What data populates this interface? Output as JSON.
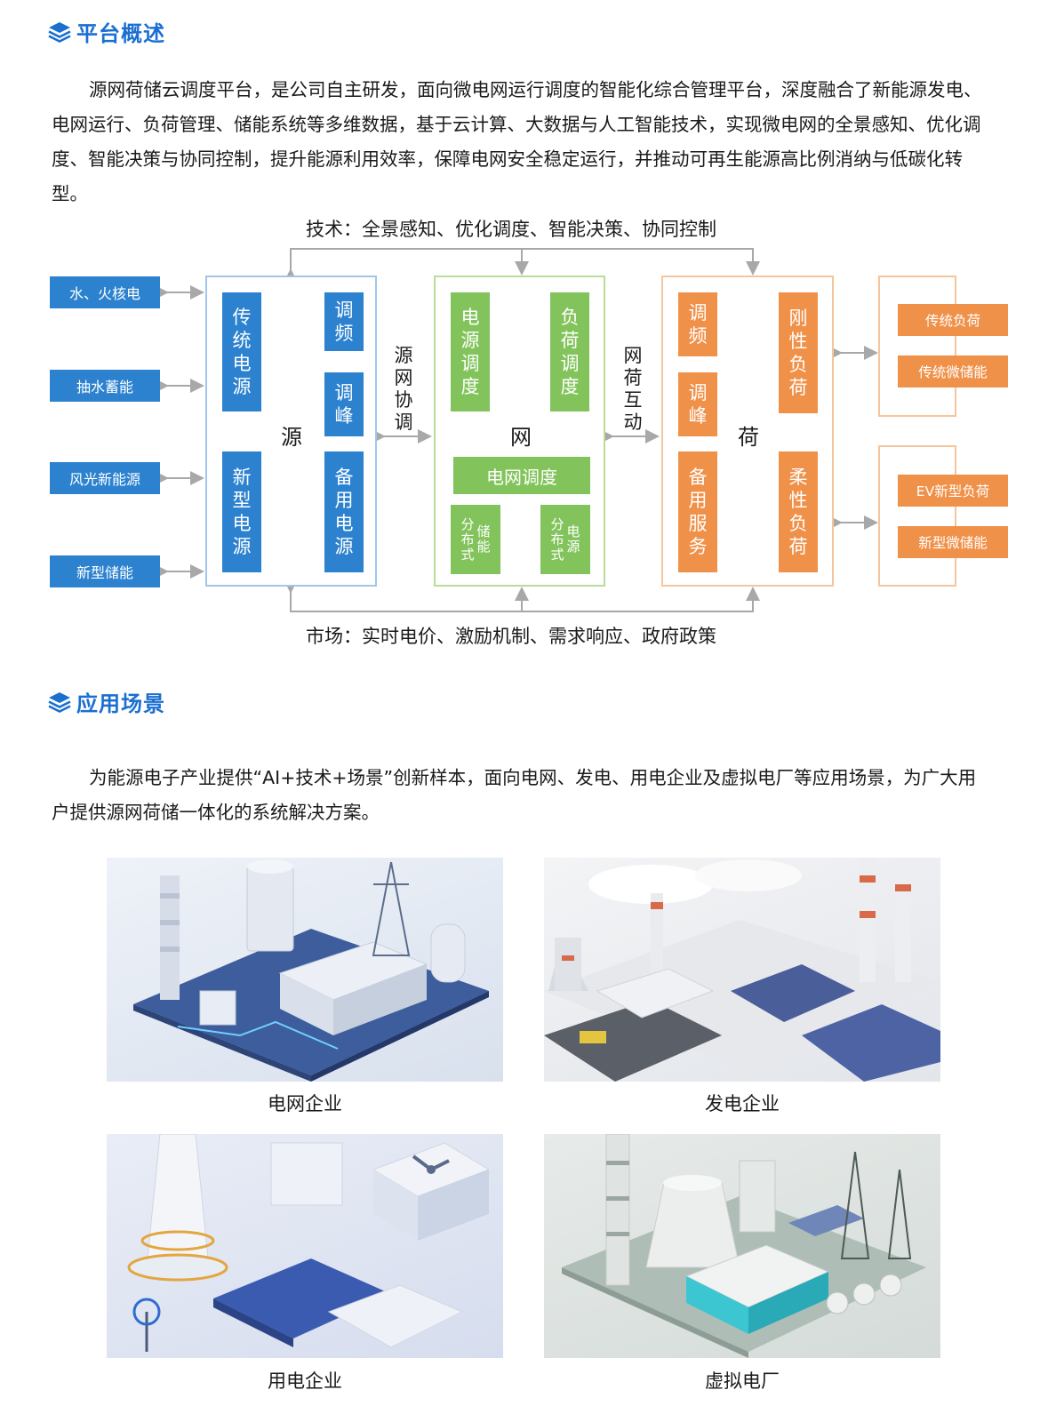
{
  "overview": {
    "title": "平台概述",
    "paragraph": "源网荷储云调度平台，是公司自主研发，面向微电网运行调度的智能化综合管理平台，深度融合了新能源发电、电网运行、负荷管理、储能系统等多维数据，基于云计算、大数据与人工智能技术，实现微电网的全景感知、优化调度、智能决策与协同控制，提升能源利用效率，保障电网安全稳定运行，并推动可再生能源高比例消纳与低碳化转型。"
  },
  "diagram": {
    "top_label": "技术：全景感知、优化调度、智能决策、协同控制",
    "bottom_label": "市场：实时电价、激励机制、需求响应、政府政策",
    "left_sources": [
      "水、火核电",
      "抽水蓄能",
      "风光新能源",
      "新型储能"
    ],
    "source_panel": {
      "center": "源",
      "boxes": [
        "传统电源",
        "调频",
        "调峰",
        "新型电源",
        "备用电源"
      ]
    },
    "link_1": "源网协调",
    "grid_panel": {
      "center": "网",
      "boxes": [
        "电源调度",
        "负荷调度"
      ],
      "dispatch": "电网调度",
      "small_1": [
        "分布式",
        "储能"
      ],
      "small_2": [
        "分布式",
        "电源"
      ]
    },
    "link_2": "网荷互动",
    "load_panel": {
      "center": "荷",
      "boxes": [
        "调频",
        "调峰",
        "备用服务",
        "刚性负荷",
        "柔性负荷"
      ]
    },
    "right_loads_1": [
      "传统负荷",
      "传统微储能"
    ],
    "right_loads_2": [
      "EV新型负荷",
      "新型微储能"
    ],
    "colors": {
      "blue": "#2c82cf",
      "green": "#82c45b",
      "orange": "#f0914a"
    }
  },
  "scenarios": {
    "title": "应用场景",
    "paragraph": "为能源电子产业提供“AI+技术+场景”创新样本，面向电网、发电、用电企业及虚拟电厂等应用场景，为广大用户提供源网荷储一体化的系统解决方案。",
    "items": [
      {
        "caption": "电网企业"
      },
      {
        "caption": "发电企业"
      },
      {
        "caption": "用电企业"
      },
      {
        "caption": "虚拟电厂"
      }
    ]
  }
}
